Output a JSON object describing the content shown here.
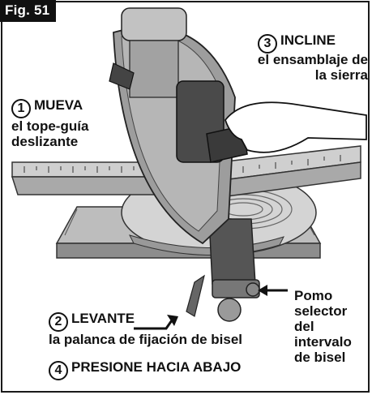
{
  "figure": {
    "tab_label": "Fig. 51"
  },
  "steps": [
    {
      "number": "1",
      "action": "MUEVA",
      "detail_line1": "el tope-guía",
      "detail_line2": "deslizante"
    },
    {
      "number": "2",
      "action": "LEVANTE",
      "detail_line1": "la palanca de fijación de bisel"
    },
    {
      "number": "3",
      "action": "INCLINE",
      "detail_line1": "el ensamblaje de",
      "detail_line2": "la sierra"
    },
    {
      "number": "4",
      "action": "PRESIONE HACIA ABAJO"
    }
  ],
  "callout": {
    "line1": "Pomo",
    "line2": "selector",
    "line3": "del",
    "line4": "intervalo",
    "line5": "de bisel"
  }
}
